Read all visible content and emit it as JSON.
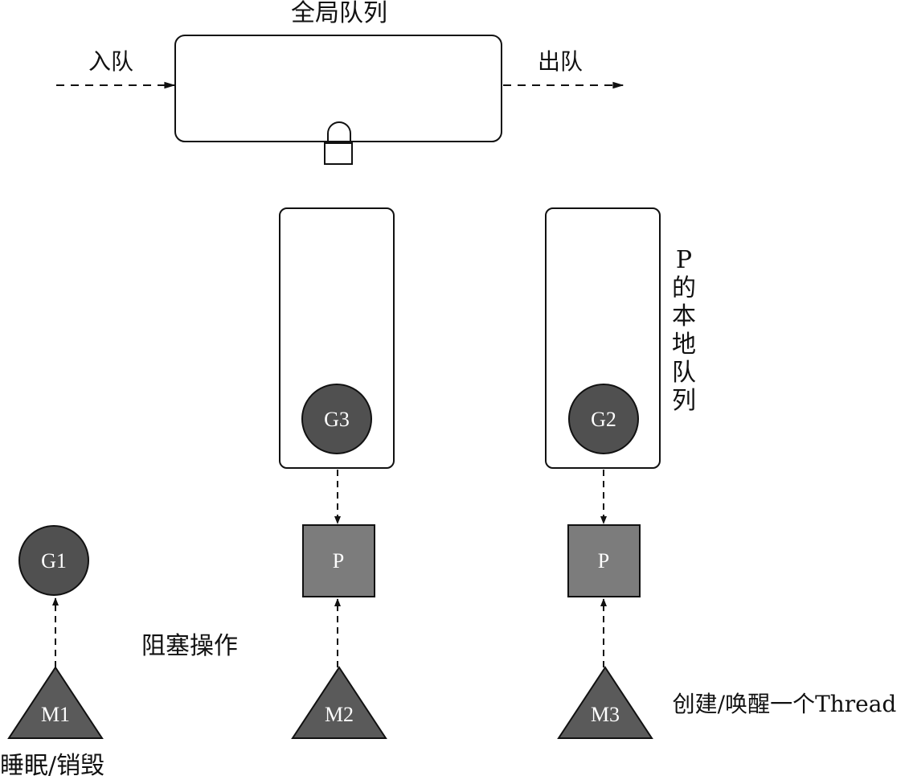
{
  "global_queue": {
    "title": "全局队列",
    "enqueue_label": "入队",
    "dequeue_label": "出队"
  },
  "local_queue_label": [
    "P",
    "的",
    "本",
    "地",
    "队",
    "列"
  ],
  "goroutines": {
    "g1": "G1",
    "g2": "G2",
    "g3": "G3"
  },
  "processors": {
    "p_middle": "P",
    "p_right": "P"
  },
  "threads": {
    "m1": "M1",
    "m2": "M2",
    "m3": "M3"
  },
  "annotations": {
    "blocking": "阻塞操作",
    "sleep_destroy": "睡眠/销毁",
    "create_wake": "创建/唤醒一个Thread"
  },
  "colors": {
    "goroutine_fill": "#505050",
    "processor_fill": "#7c7c7c",
    "thread_fill": "#5a5a5a",
    "node_text": "#ffffff",
    "line": "#111111"
  }
}
